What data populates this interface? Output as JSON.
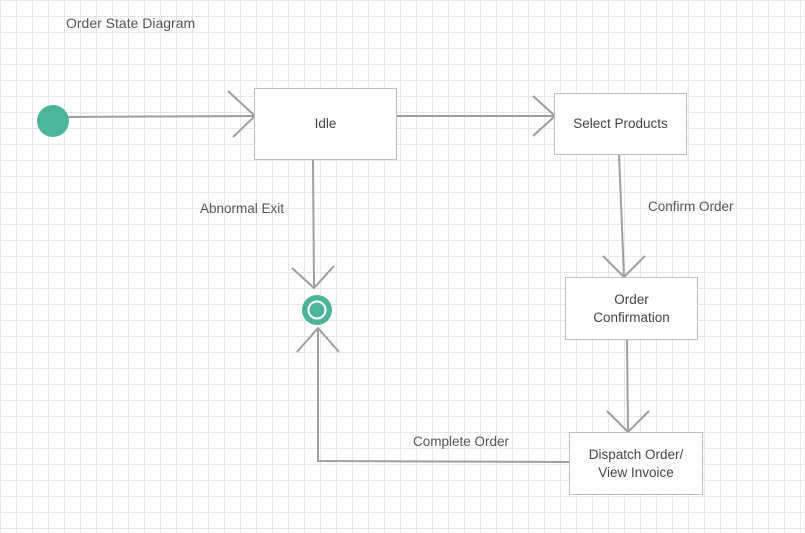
{
  "diagram": {
    "title": "Order State Diagram",
    "states": {
      "idle": "Idle",
      "select_products": "Select Products",
      "order_confirmation": "Order Confirmation",
      "dispatch_order": "Dispatch Order/ View Invoice"
    },
    "transitions": {
      "confirm_order": "Confirm Order",
      "abnormal_exit": "Abnormal Exit",
      "complete_order": "Complete Order"
    },
    "colors": {
      "node": "#4cb49b",
      "line": "#9e9e9e",
      "border": "#bdbdbd"
    }
  }
}
